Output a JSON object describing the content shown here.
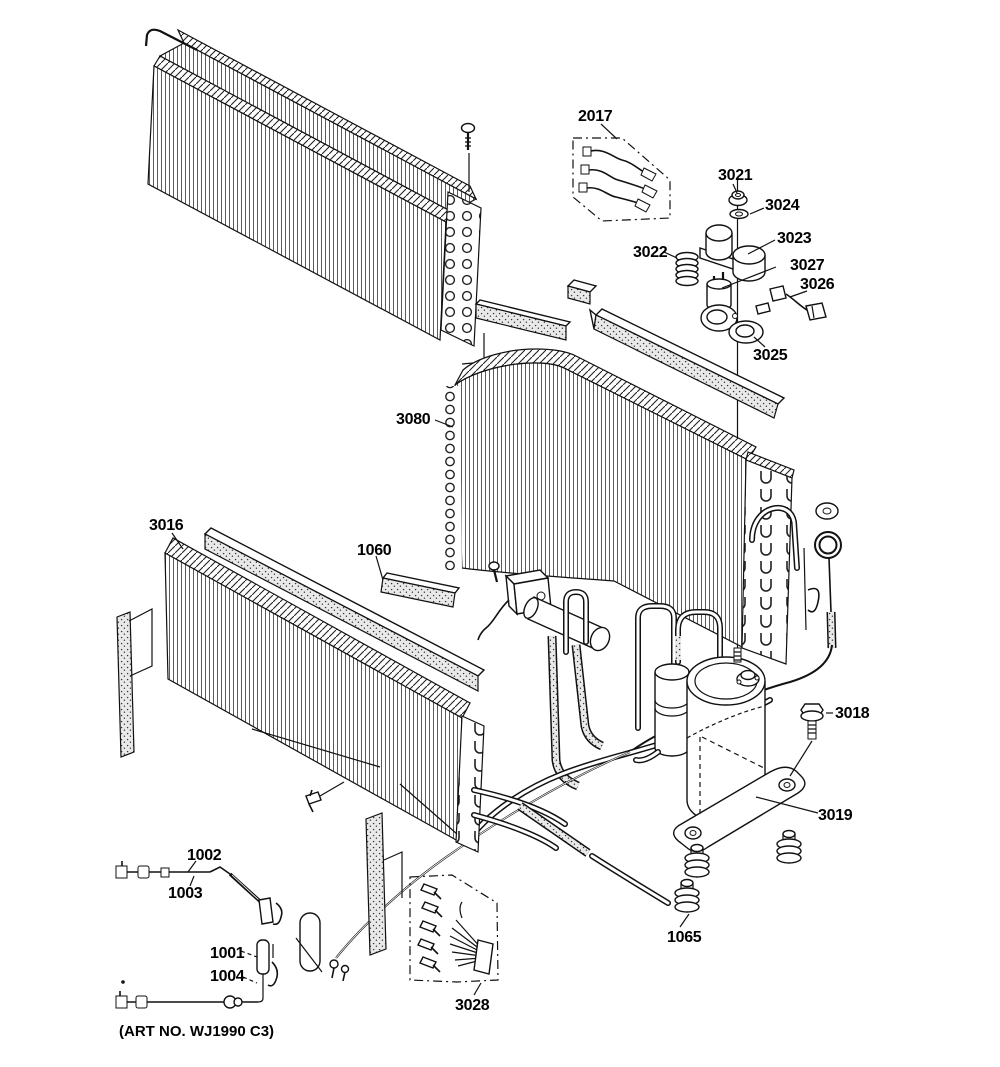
{
  "diagram": {
    "art_no": "(ART NO. WJ1990 C3)",
    "colors": {
      "ink": "#111111",
      "paper": "#ffffff"
    }
  },
  "labels": {
    "l2017": "2017",
    "l3021": "3021",
    "l3024": "3024",
    "l3023": "3023",
    "l3022": "3022",
    "l3027": "3027",
    "l3026": "3026",
    "l3025": "3025",
    "l3080": "3080",
    "l3016": "3016",
    "l1060": "1060",
    "l3018": "3018",
    "l3019": "3019",
    "l1065": "1065",
    "l1002": "1002",
    "l1003": "1003",
    "l1001": "1001",
    "l1004": "1004",
    "l3028": "3028"
  }
}
